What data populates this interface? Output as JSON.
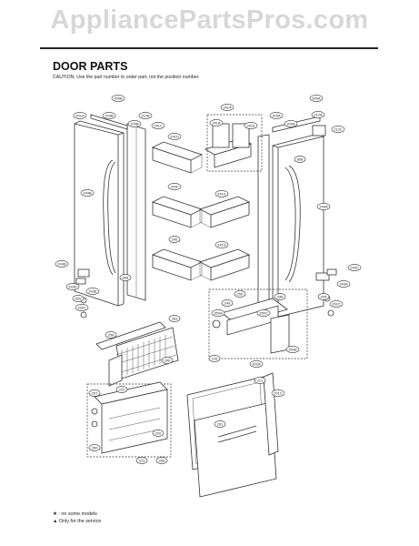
{
  "watermark": "AppliancePartsPros.com",
  "header": {
    "title": "DOOR PARTS",
    "caution": "CAUTION: Use the part number to order part, not the position number."
  },
  "notes": {
    "some_models": "★ : on some models",
    "service_only": "▲ Only for the service"
  },
  "callouts": {
    "c200b": "200B",
    "c200a": "200A",
    "c201a": "201A",
    "c201b": "201B",
    "c203b": "203B",
    "c203a": "203A",
    "c204b": "204B",
    "c204a": "204A",
    "c212b": "212B",
    "c212a": "212A",
    "c212c": "212C",
    "c241a": "241A",
    "c241b": "241B",
    "c241c": "241C",
    "c241d": "241D",
    "c241e": "241E",
    "c241f": "241F",
    "c241g": "241G",
    "c244b": "244B",
    "c244a": "244A",
    "c245": "245",
    "c808l": "808",
    "c808r": "808",
    "c243b": "243B",
    "c243c": "243C",
    "c243d": "243D",
    "c243e": "243E",
    "c243a": "243A",
    "c925l": "925",
    "c925r": "925",
    "c262l": "262C",
    "c262r": "262C",
    "c283": "283",
    "c250": "250",
    "c250a": "250A",
    "c250c": "250C",
    "c250b": "250B",
    "c249": "249",
    "c248": "248",
    "c258": "258",
    "c216": "216",
    "c206": "206",
    "c207": "207",
    "c222": "222",
    "c220": "220",
    "c260": "260",
    "c221": "221",
    "c201c": "201C",
    "c261": "261",
    "c223": "223",
    "c268": "268"
  }
}
